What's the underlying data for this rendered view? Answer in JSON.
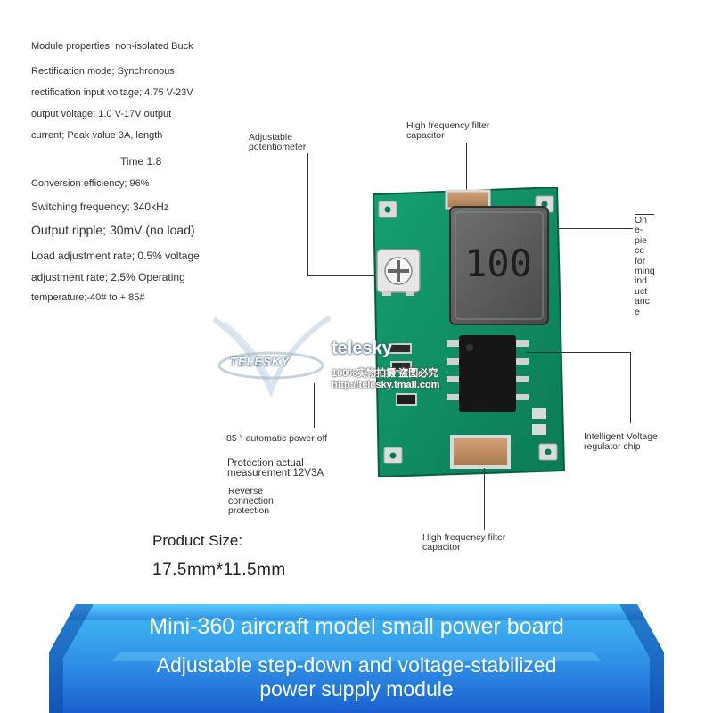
{
  "specs": {
    "line1": "Module properties: non-isolated Buck",
    "line2": "Rectification mode; Synchronous",
    "line3": "rectification input voltage; 4.75 V-23V",
    "line4": "output voltage; 1.0 V-17V output",
    "line5": "current; Peak value 3A, length",
    "line6": "Time 1.8",
    "line7": "Conversion efficiency; 96%",
    "line8": "Switching frequency; 340kHz",
    "line9": "Output ripple; 30mV (no load)",
    "line10": "Load adjustment rate; 0.5% voltage",
    "line11": "adjustment rate; 2.5% Operating",
    "line12": "temperature;-40# to + 85#"
  },
  "callouts": {
    "potentiometer_1": "Adjustable",
    "potentiometer_2": "potentiometer",
    "hf_top_1": "High frequency filter",
    "hf_top_2": "capacitor",
    "inductance_lines": [
      "On",
      "e-",
      "pie",
      "ce",
      "for",
      "ming",
      "ind",
      "uct",
      "anc",
      "e"
    ],
    "auto_off": "85 ° automatic power off",
    "protection_1": "Protection actual",
    "protection_2": "measurement 12V3A",
    "reverse_1": "Reverse",
    "reverse_2": "connection",
    "reverse_3": "protection",
    "chip_1": "Intelligent Voltage",
    "chip_2": "regulator chip",
    "hf_bottom_1": "High frequency filter",
    "hf_bottom_2": "capacitor"
  },
  "board": {
    "inductor_marking": "100"
  },
  "watermark": {
    "brand": "telesky",
    "badge": "TELESKY",
    "line1": "100%实物拍摄 盗图必究",
    "line2": "http://telesky.tmall.com"
  },
  "product_size": {
    "label": "Product Size:",
    "value": "17.5mm*11.5mm"
  },
  "banner": {
    "line1": "Mini-360 aircraft model small power board",
    "line2": "Adjustable step-down and voltage-stabilized",
    "line3": "power supply module"
  },
  "colors": {
    "pcb": "#0f8a63",
    "banner_light": "#3ab2f2",
    "banner_dark": "#1a5fcf",
    "inductor": "#585858"
  }
}
